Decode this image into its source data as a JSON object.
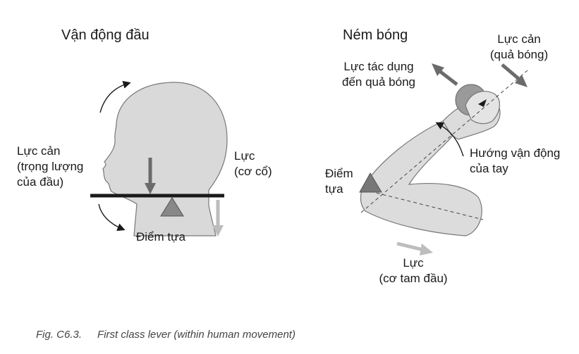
{
  "left_panel": {
    "title": "Vận động đầu",
    "resistance": [
      "Lực cản",
      "(trọng lượng",
      "của đầu)"
    ],
    "force": [
      "Lực",
      "(cơ cổ)"
    ],
    "fulcrum": "Điểm tựa"
  },
  "right_panel": {
    "title": "Ném bóng",
    "resistance": [
      "Lực cản",
      "(quả bóng)"
    ],
    "force_on_ball": [
      "Lực tác dụng",
      "đến quả bóng"
    ],
    "arm_motion": [
      "Hướng vận động",
      "của tay"
    ],
    "fulcrum": [
      "Điểm",
      "tựa"
    ],
    "force": [
      "Lực",
      "(cơ tam đầu)"
    ]
  },
  "caption": {
    "figure": "Fig. C6.3.",
    "text": "First class lever (within human movement)"
  }
}
